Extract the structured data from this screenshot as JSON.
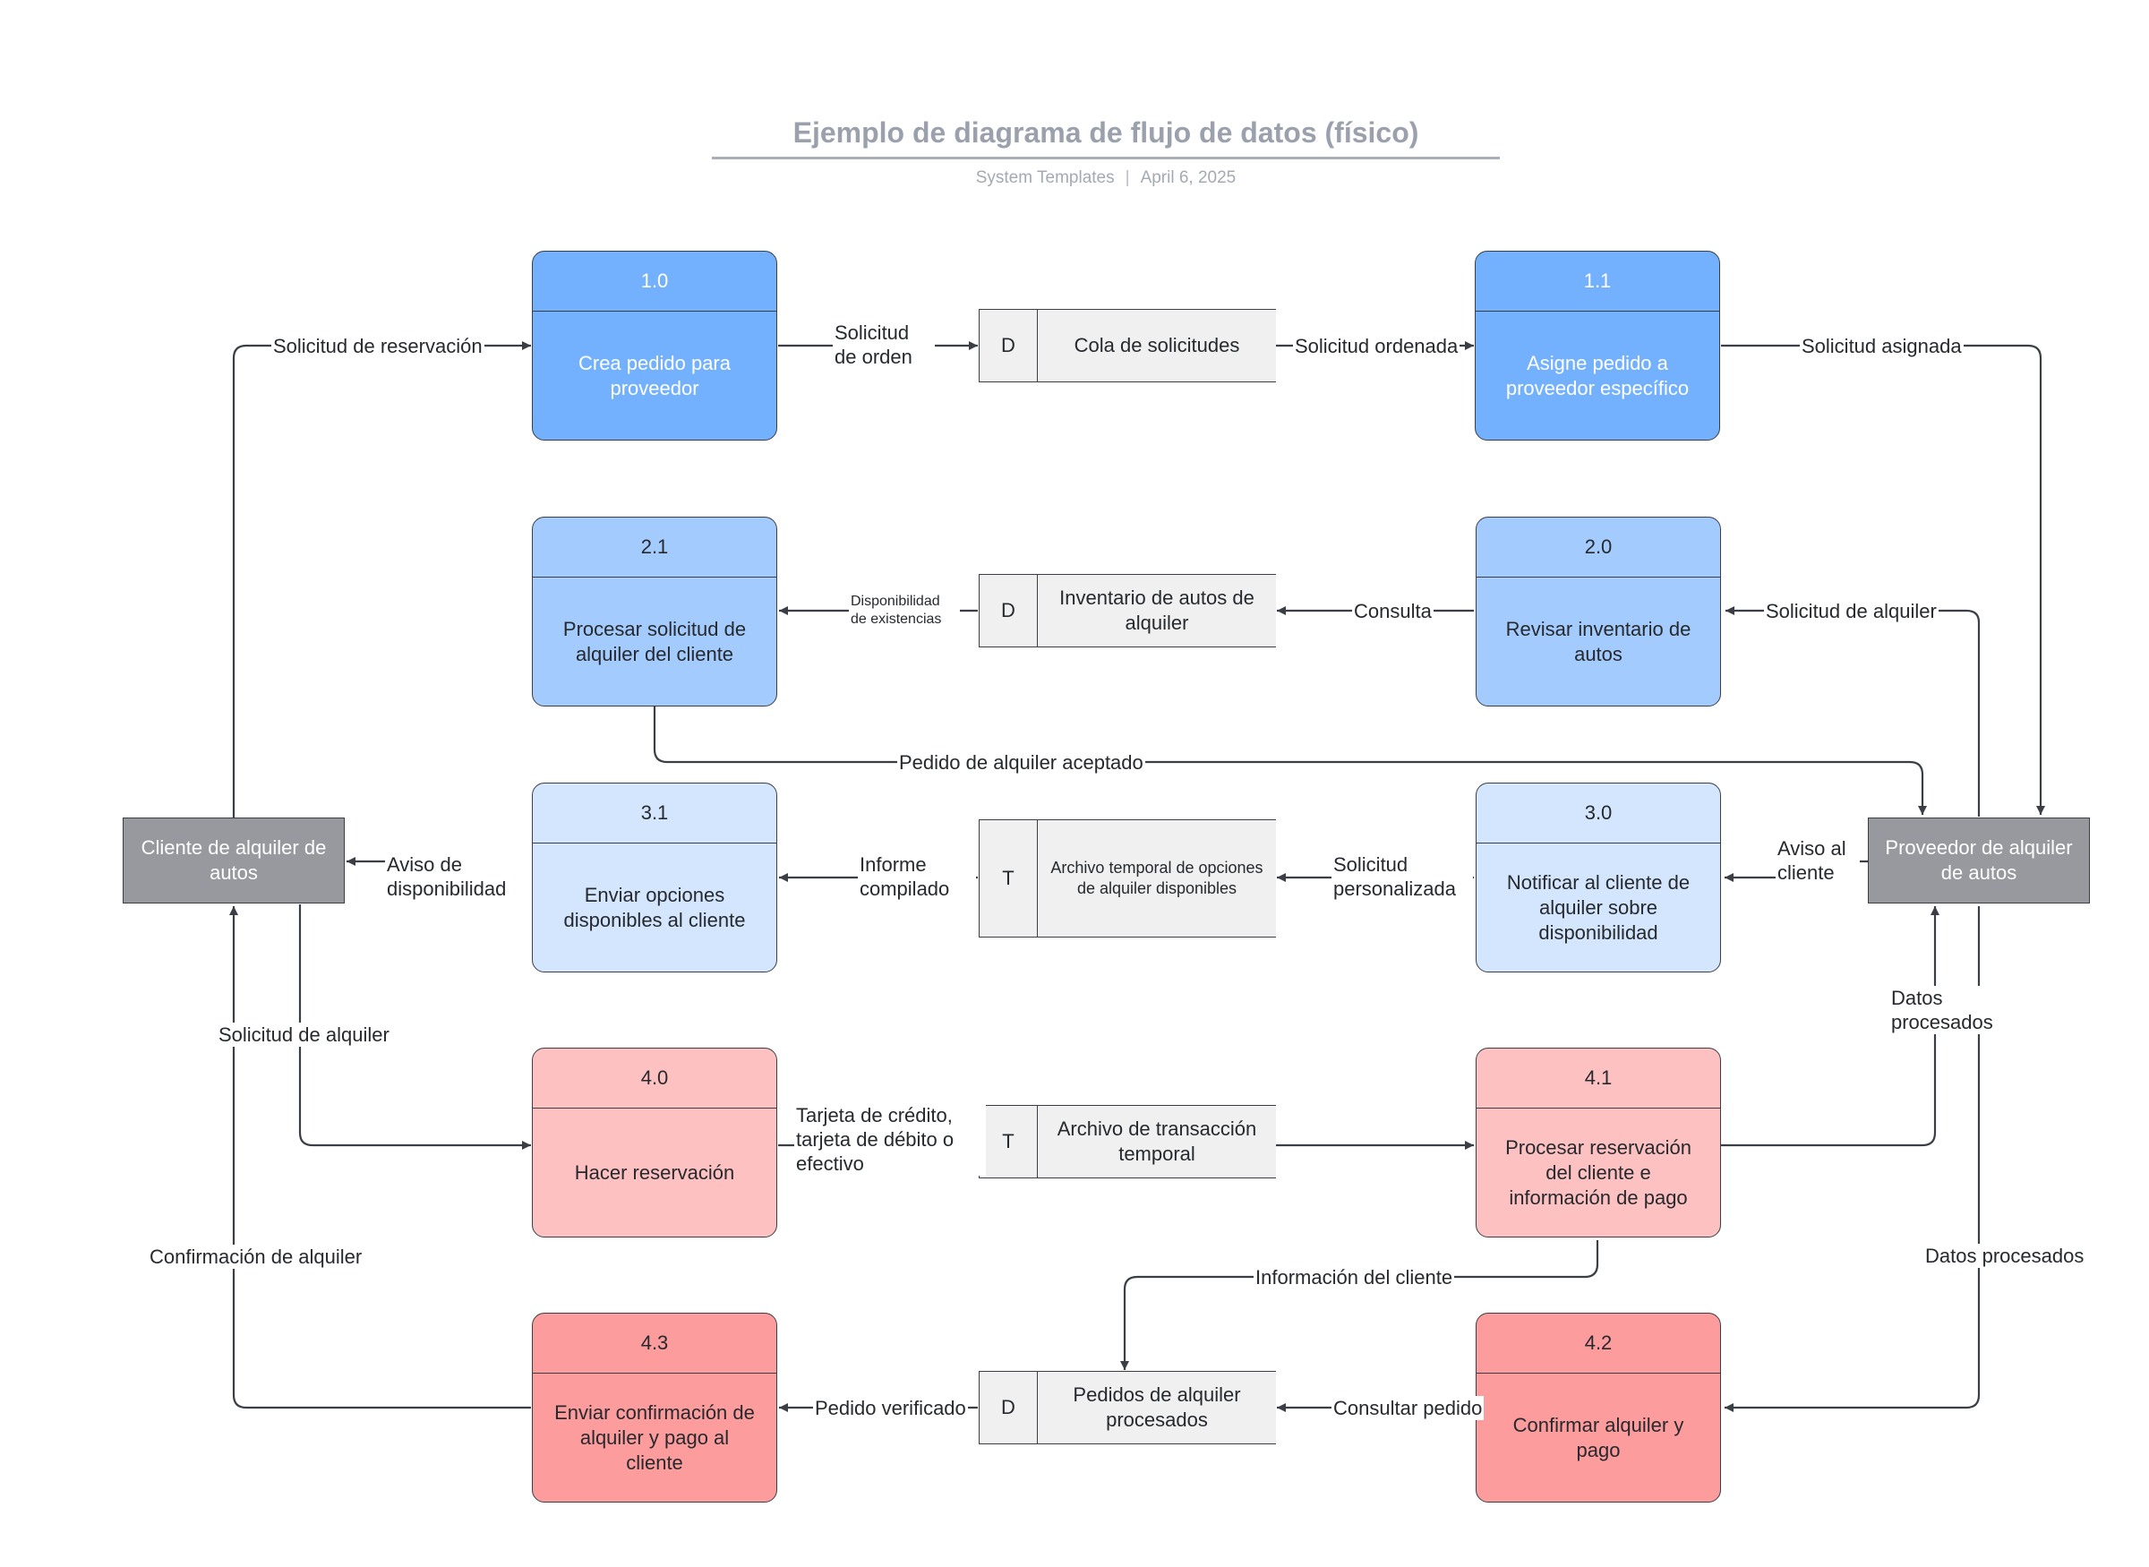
{
  "header": {
    "title": "Ejemplo de diagrama de flujo de datos (físico)",
    "author": "System Templates",
    "date": "April 6, 2025"
  },
  "processes": {
    "p10": {
      "id": "1.0",
      "label": "Crea pedido para proveedor"
    },
    "p11": {
      "id": "1.1",
      "label": "Asigne pedido a proveedor específico"
    },
    "p21": {
      "id": "2.1",
      "label": "Procesar solicitud de alquiler del cliente"
    },
    "p20": {
      "id": "2.0",
      "label": "Revisar inventario de autos"
    },
    "p31": {
      "id": "3.1",
      "label": "Enviar opciones disponibles al cliente"
    },
    "p30": {
      "id": "3.0",
      "label": "Notificar al cliente de alquiler sobre disponibilidad"
    },
    "p40": {
      "id": "4.0",
      "label": "Hacer reservación"
    },
    "p41": {
      "id": "4.1",
      "label": "Procesar reservación del cliente e información de pago"
    },
    "p43": {
      "id": "4.3",
      "label": "Enviar confirmación de alquiler y pago al cliente"
    },
    "p42": {
      "id": "4.2",
      "label": "Confirmar alquiler y pago"
    }
  },
  "stores": {
    "s1": {
      "id": "D",
      "label": "Cola de solicitudes"
    },
    "s2": {
      "id": "D",
      "label": "Inventario de autos de alquiler"
    },
    "s3": {
      "id": "T",
      "label": "Archivo temporal de opciones de alquiler disponibles"
    },
    "s4": {
      "id": "T",
      "label": "Archivo de transacción temporal"
    },
    "s5": {
      "id": "D",
      "label": "Pedidos de alquiler procesados"
    }
  },
  "entities": {
    "cliente": "Cliente de alquiler de autos",
    "proveedor": "Proveedor de alquiler de autos"
  },
  "flows": {
    "f_solicitud_reservacion": "Solicitud de reservación",
    "f_solicitud_orden": "Solicitud de orden",
    "f_solicitud_ordenada": "Solicitud ordenada",
    "f_solicitud_asignada": "Solicitud asignada",
    "f_disponibilidad": "Disponibilidad de existencias",
    "f_consulta": "Consulta",
    "f_solicitud_alquiler_prov": "Solicitud de alquiler",
    "f_pedido_aceptado": "Pedido de alquiler aceptado",
    "f_aviso_disponibilidad": "Aviso de disponibilidad",
    "f_informe_compilado": "Informe compilado",
    "f_solicitud_personalizada": "Solicitud personalizada",
    "f_aviso_cliente": "Aviso al cliente",
    "f_solicitud_alquiler_cli": "Solicitud de alquiler",
    "f_datos_procesados_1": "Datos procesados",
    "f_tarjeta": "Tarjeta de crédito, tarjeta de débito o efectivo",
    "f_confirmacion": "Confirmación de alquiler",
    "f_informacion_cliente": "Información del cliente",
    "f_datos_procesados_2": "Datos procesados",
    "f_pedido_verificado": "Pedido verificado",
    "f_consultar_pedido": "Consultar pedido"
  },
  "colors": {
    "blue": "#73b1fe",
    "light_blue": "#a3cbfd",
    "pale_blue": "#d4e6fe",
    "pink": "#fec1c1",
    "red": "#fd9c9c",
    "entity_gray": "#97999e",
    "store_fill": "#eff0ef",
    "line": "#3b3f45"
  }
}
